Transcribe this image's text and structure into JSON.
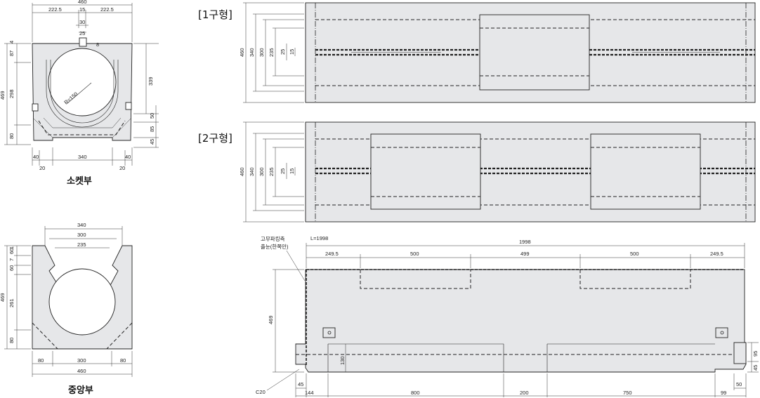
{
  "socket": {
    "caption": "소켓부",
    "top_dims": [
      "460",
      "222.5",
      "15",
      "222.5",
      "30",
      "25"
    ],
    "left_dims": [
      "87",
      "4",
      "298",
      "80",
      "469"
    ],
    "right_dims": [
      "339",
      "50",
      "85",
      "45"
    ],
    "bottom_dims": [
      "40",
      "340",
      "40",
      "20",
      "20"
    ],
    "radius_label": "R=150",
    "small_label": "8"
  },
  "center": {
    "caption": "중앙부",
    "top_dims": [
      "340",
      "300",
      "235"
    ],
    "left_dims": [
      "60",
      "7",
      "60",
      "1",
      "261",
      "80",
      "469"
    ],
    "bottom_dims": [
      "80",
      "300",
      "80",
      "460"
    ]
  },
  "type1": {
    "title": "[1구형]",
    "dims": [
      "460",
      "340",
      "300",
      "235",
      "25",
      "15"
    ]
  },
  "type2": {
    "title": "[2구형]",
    "dims": [
      "460",
      "340",
      "300",
      "235",
      "25",
      "15"
    ]
  },
  "side": {
    "note_line1": "고무파킹측",
    "note_line2": "출눈(한쪽만)",
    "length_label": "L=1998",
    "total": "1998",
    "top_dims": [
      "249.5",
      "500",
      "499",
      "500",
      "249.5"
    ],
    "left_dim": "469",
    "inner_dim": "130",
    "right_dims": [
      "95",
      "45"
    ],
    "right_bottom_dim": "50",
    "bottom_dims": [
      "45",
      "144",
      "800",
      "200",
      "750",
      "99"
    ],
    "chamfer": "C20"
  }
}
